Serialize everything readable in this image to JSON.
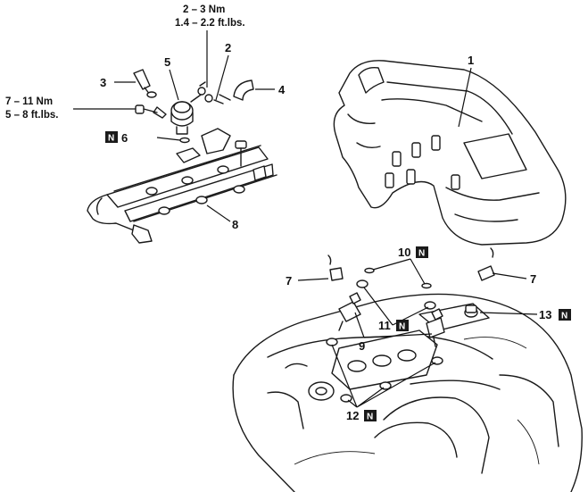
{
  "callouts": {
    "c1": "1",
    "c2": "2",
    "c3": "3",
    "c4": "4",
    "c5": "5",
    "c6": "6",
    "c7a": "7",
    "c7b": "7",
    "c8": "8",
    "c9": "9",
    "c10": "10",
    "c11": "11",
    "c12": "12",
    "c13": "13"
  },
  "badge_letter": "N",
  "torque_specs": {
    "upper_nm": "2 – 3 Nm",
    "upper_ftlbs": "1.4 – 2.2 ft.lbs.",
    "left_nm": "7 – 11 Nm",
    "left_ftlbs": "5 – 8 ft.lbs."
  },
  "colors": {
    "ink": "#1a1a1a",
    "paper": "#ffffff",
    "badge": "#111111"
  },
  "icons": [
    "fuel-rail",
    "pressure-regulator",
    "intake-plenum",
    "engine-block",
    "injector"
  ]
}
